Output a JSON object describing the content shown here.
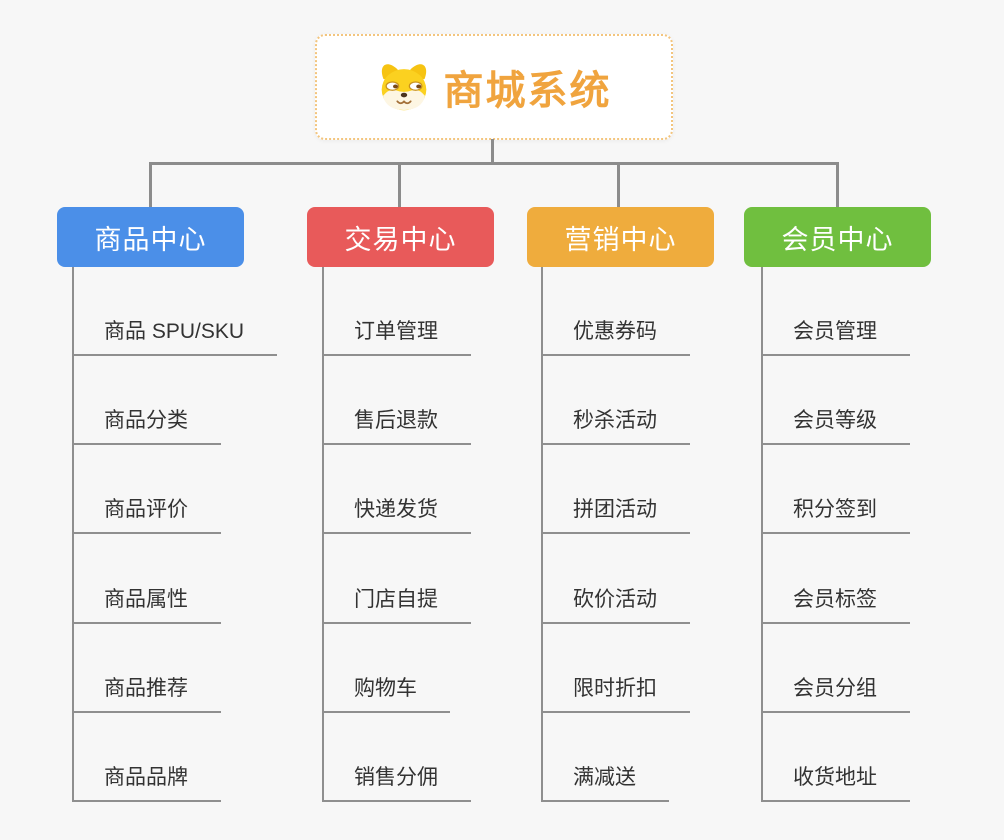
{
  "page": {
    "background": "#f7f7f7",
    "connector_color": "#8c8c8c",
    "underline_color": "#8f8f8f",
    "subtopic_text_color": "#333333"
  },
  "root": {
    "title": "商城系统",
    "icon": "shiba-dog-icon",
    "title_color": "#f0a43e",
    "border_color": "#f3c57e"
  },
  "branches": [
    {
      "label": "商品中心",
      "color": "#4b8fe8",
      "children": [
        "商品 SPU/SKU",
        "商品分类",
        "商品评价",
        "商品属性",
        "商品推荐",
        "商品品牌"
      ]
    },
    {
      "label": "交易中心",
      "color": "#e85a5a",
      "children": [
        "订单管理",
        "售后退款",
        "快递发货",
        "门店自提",
        "购物车",
        "销售分佣"
      ]
    },
    {
      "label": "营销中心",
      "color": "#efac3d",
      "children": [
        "优惠券码",
        "秒杀活动",
        "拼团活动",
        "砍价活动",
        "限时折扣",
        "满减送"
      ]
    },
    {
      "label": "会员中心",
      "color": "#70bf3f",
      "children": [
        "会员管理",
        "会员等级",
        "积分签到",
        "会员标签",
        "会员分组",
        "收货地址"
      ]
    }
  ]
}
